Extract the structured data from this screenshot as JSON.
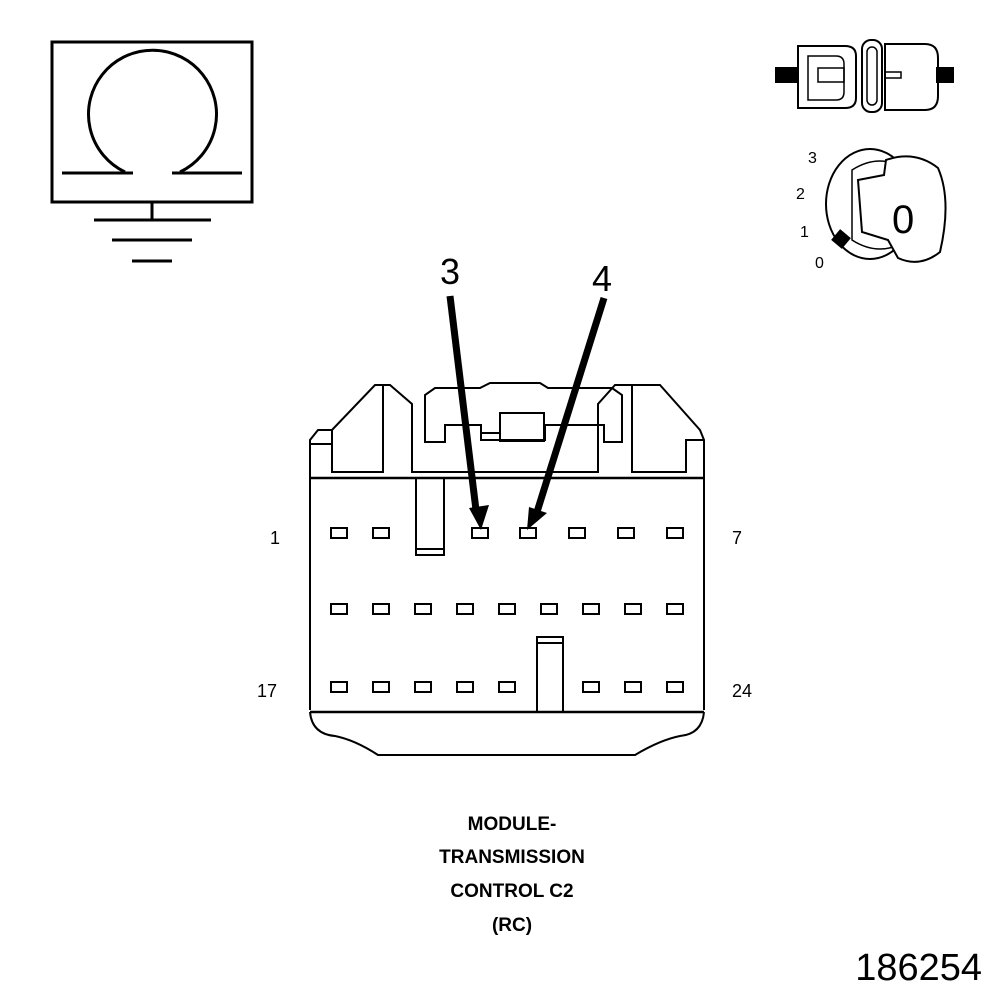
{
  "ohmmeter": {
    "symbol": "Ω"
  },
  "ignition": {
    "positions": [
      "3",
      "2",
      "1",
      "0"
    ],
    "key_letter": "0"
  },
  "connector": {
    "pin_labels": {
      "top_left": "1",
      "top_right": "7",
      "bottom_left": "17",
      "bottom_right": "24"
    },
    "callouts": [
      "3",
      "4"
    ]
  },
  "caption": [
    "MODULE-",
    "TRANSMISSION",
    "CONTROL C2",
    "(RC)"
  ],
  "figure_number": "186254"
}
